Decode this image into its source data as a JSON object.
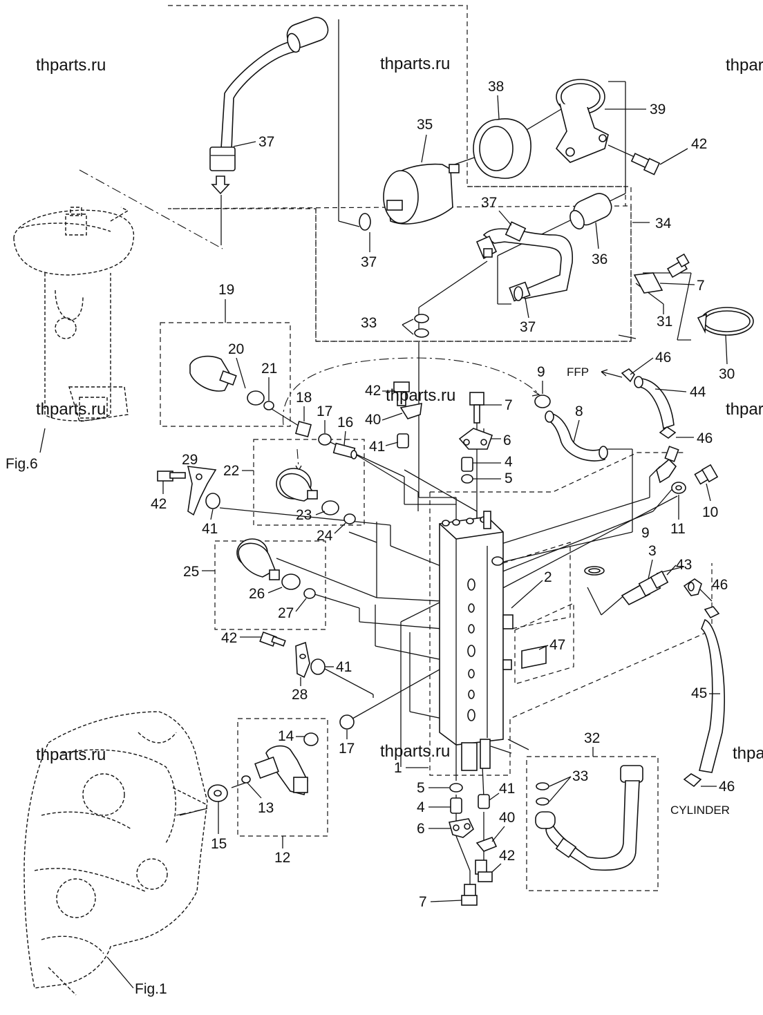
{
  "watermarks": [
    "thparts.ru",
    "thparts.ru",
    "thpar",
    "thparts.ru",
    "thparts.ru",
    "thpar",
    "thparts.ru",
    "thparts.ru",
    "thpar"
  ],
  "references": {
    "fig6": "Fig.6",
    "fig1": "Fig.1",
    "ffp": "FFP",
    "cylinder": "CYLINDER"
  },
  "callouts": [
    {
      "id": "c37a",
      "text": "37"
    },
    {
      "id": "c37b",
      "text": "37"
    },
    {
      "id": "c37c",
      "text": "37"
    },
    {
      "id": "c37d",
      "text": "37"
    },
    {
      "id": "c38",
      "text": "38"
    },
    {
      "id": "c39",
      "text": "39"
    },
    {
      "id": "c35",
      "text": "35"
    },
    {
      "id": "c42a",
      "text": "42"
    },
    {
      "id": "c34",
      "text": "34"
    },
    {
      "id": "c36",
      "text": "36"
    },
    {
      "id": "c7a",
      "text": "7"
    },
    {
      "id": "c31",
      "text": "31"
    },
    {
      "id": "c30",
      "text": "30"
    },
    {
      "id": "c33a",
      "text": "33"
    },
    {
      "id": "c19",
      "text": "19"
    },
    {
      "id": "c20",
      "text": "20"
    },
    {
      "id": "c21",
      "text": "21"
    },
    {
      "id": "c9a",
      "text": "9"
    },
    {
      "id": "c46a",
      "text": "46"
    },
    {
      "id": "c44",
      "text": "44"
    },
    {
      "id": "c8",
      "text": "8"
    },
    {
      "id": "c46b",
      "text": "46"
    },
    {
      "id": "c42b",
      "text": "42"
    },
    {
      "id": "c40a",
      "text": "40"
    },
    {
      "id": "c41a",
      "text": "41"
    },
    {
      "id": "c7b",
      "text": "7"
    },
    {
      "id": "c6a",
      "text": "6"
    },
    {
      "id": "c4a",
      "text": "4"
    },
    {
      "id": "c5a",
      "text": "5"
    },
    {
      "id": "c18",
      "text": "18"
    },
    {
      "id": "c17a",
      "text": "17"
    },
    {
      "id": "c16",
      "text": "16"
    },
    {
      "id": "c29",
      "text": "29"
    },
    {
      "id": "c42c",
      "text": "42"
    },
    {
      "id": "c41b",
      "text": "41"
    },
    {
      "id": "c22",
      "text": "22"
    },
    {
      "id": "c23",
      "text": "23"
    },
    {
      "id": "c24",
      "text": "24"
    },
    {
      "id": "c10",
      "text": "10"
    },
    {
      "id": "c11",
      "text": "11"
    },
    {
      "id": "c9b",
      "text": "9"
    },
    {
      "id": "c3",
      "text": "3"
    },
    {
      "id": "c43",
      "text": "43"
    },
    {
      "id": "c2",
      "text": "2"
    },
    {
      "id": "c46c",
      "text": "46"
    },
    {
      "id": "c25",
      "text": "25"
    },
    {
      "id": "c26",
      "text": "26"
    },
    {
      "id": "c27",
      "text": "27"
    },
    {
      "id": "c47",
      "text": "47"
    },
    {
      "id": "c42d",
      "text": "42"
    },
    {
      "id": "c41c",
      "text": "41"
    },
    {
      "id": "c28",
      "text": "28"
    },
    {
      "id": "c45",
      "text": "45"
    },
    {
      "id": "c14",
      "text": "14"
    },
    {
      "id": "c17b",
      "text": "17"
    },
    {
      "id": "c32",
      "text": "32"
    },
    {
      "id": "c1",
      "text": "1"
    },
    {
      "id": "c13",
      "text": "13"
    },
    {
      "id": "c15",
      "text": "15"
    },
    {
      "id": "c12",
      "text": "12"
    },
    {
      "id": "c5b",
      "text": "5"
    },
    {
      "id": "c4b",
      "text": "4"
    },
    {
      "id": "c6b",
      "text": "6"
    },
    {
      "id": "c41d",
      "text": "41"
    },
    {
      "id": "c40b",
      "text": "40"
    },
    {
      "id": "c42e",
      "text": "42"
    },
    {
      "id": "c7c",
      "text": "7"
    },
    {
      "id": "c33b",
      "text": "33"
    },
    {
      "id": "c46d",
      "text": "46"
    }
  ]
}
